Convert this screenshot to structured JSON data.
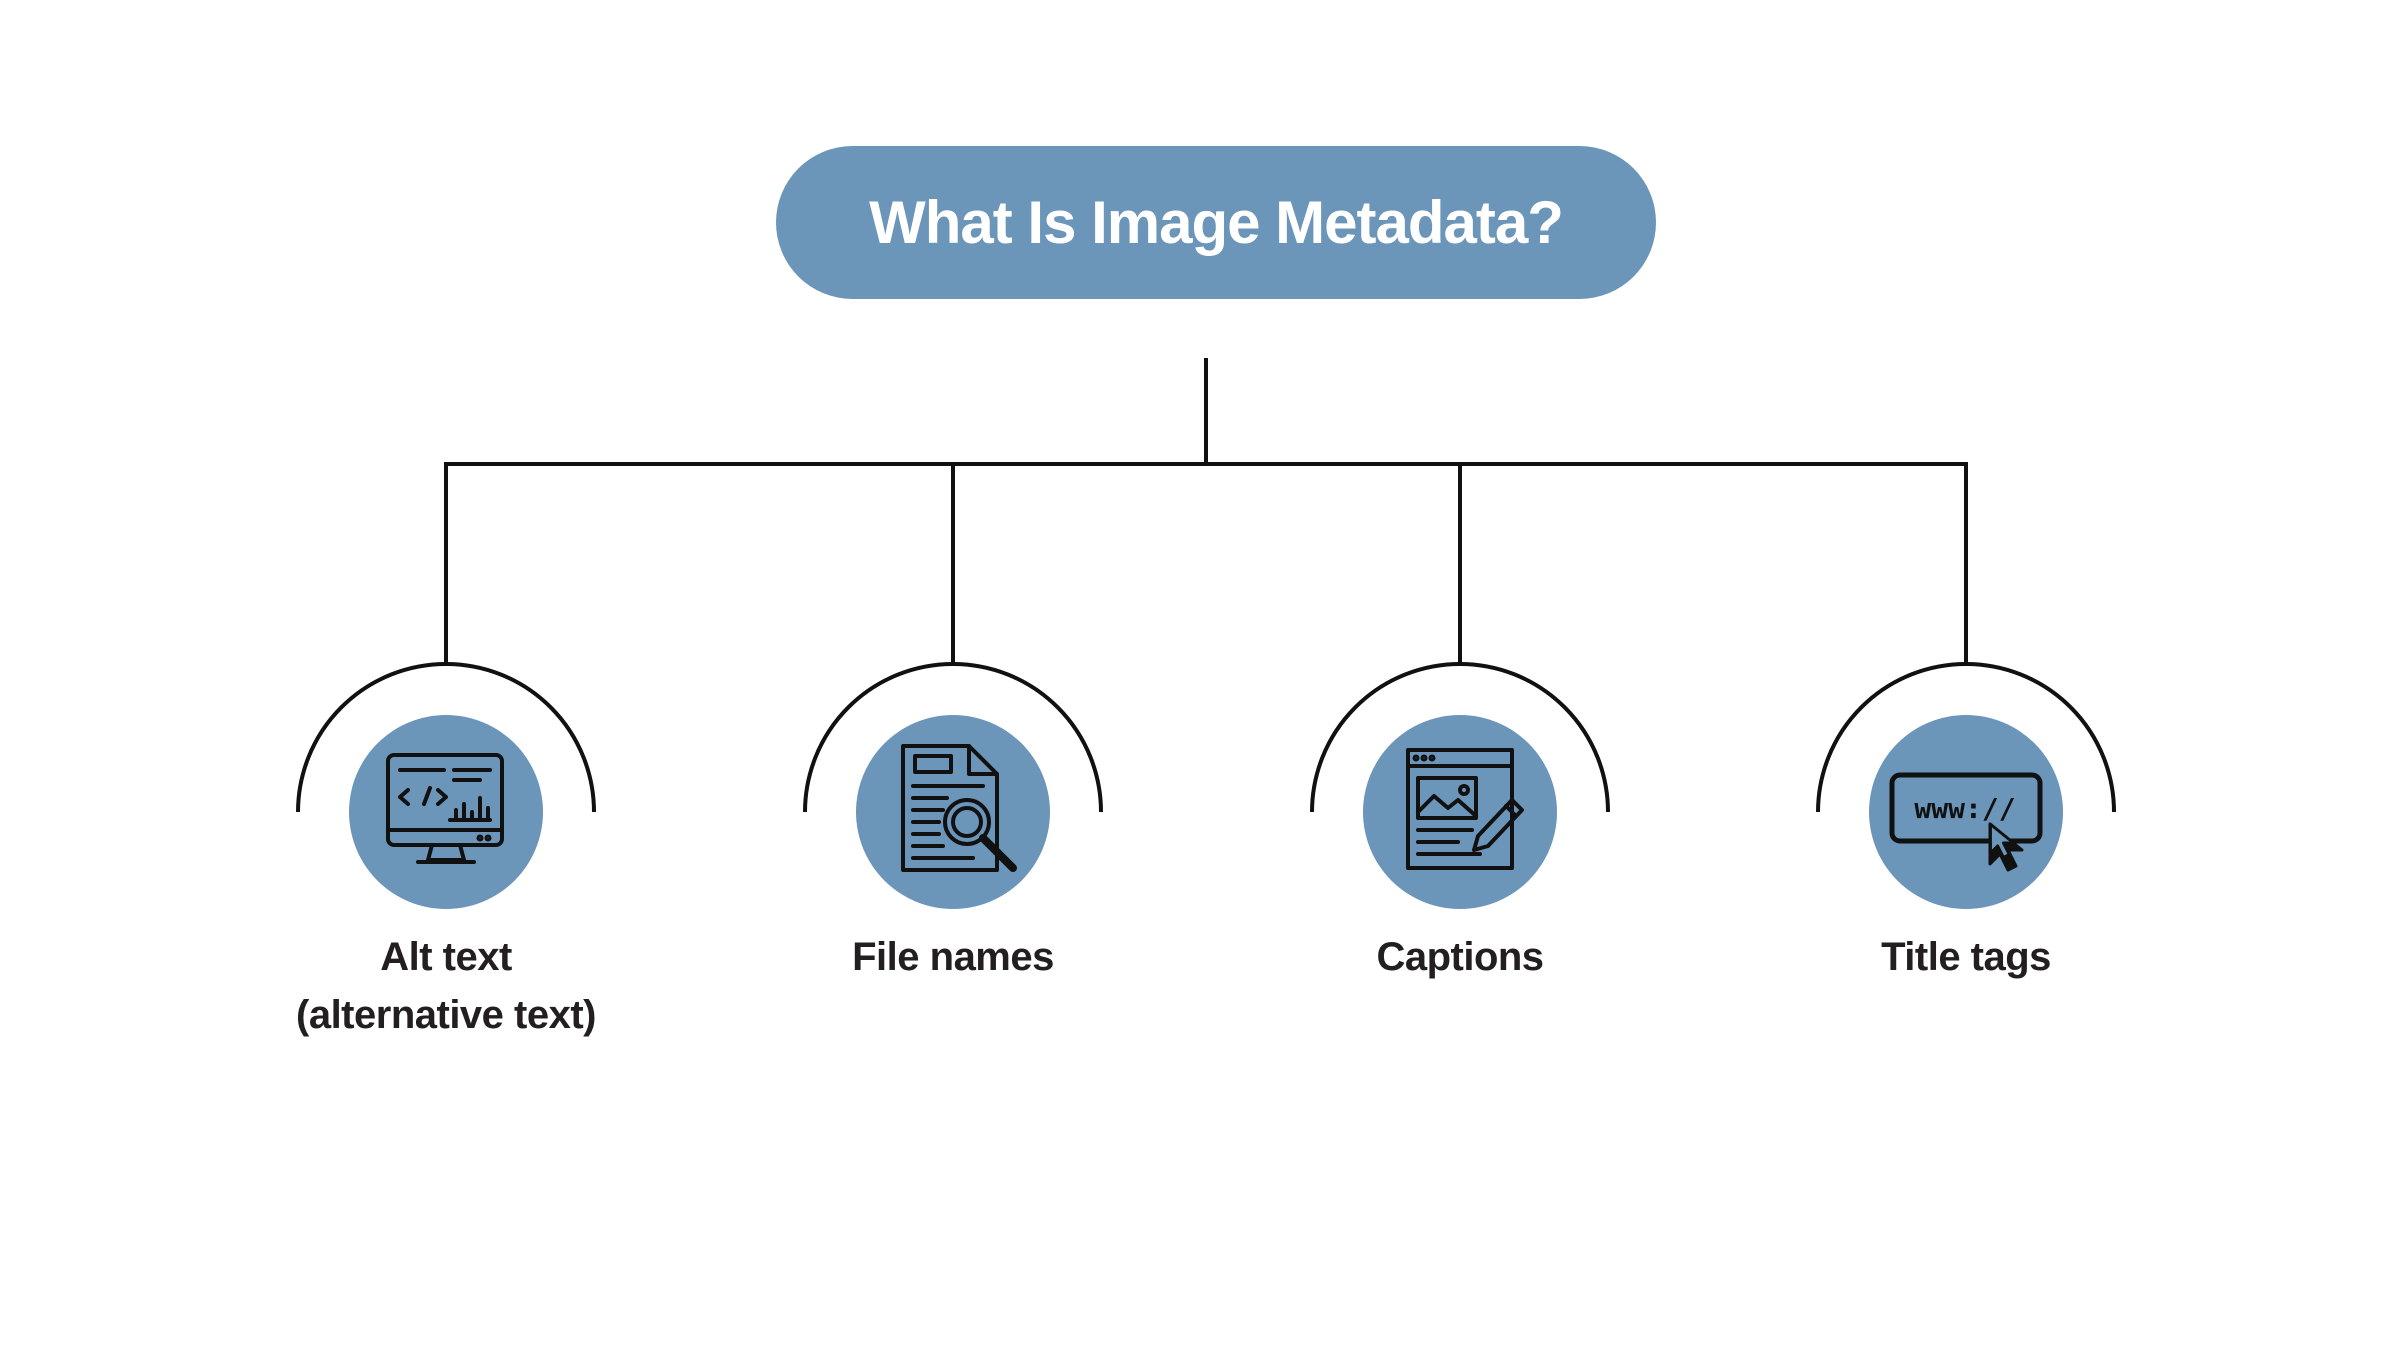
{
  "diagram": {
    "title": "What Is Image Metadata?",
    "colors": {
      "accent": "#6b95b9",
      "line": "#111111",
      "text": "#231f20",
      "background": "#ffffff"
    },
    "items": [
      {
        "label_line1": "Alt text",
        "label_line2": "(alternative text)",
        "icon": "computer-code-monitor-icon"
      },
      {
        "label_line1": "File names",
        "label_line2": "",
        "icon": "document-search-icon"
      },
      {
        "label_line1": "Captions",
        "label_line2": "",
        "icon": "webpage-image-edit-icon"
      },
      {
        "label_line1": "Title tags",
        "label_line2": "",
        "icon": "www-url-cursor-icon"
      }
    ]
  }
}
